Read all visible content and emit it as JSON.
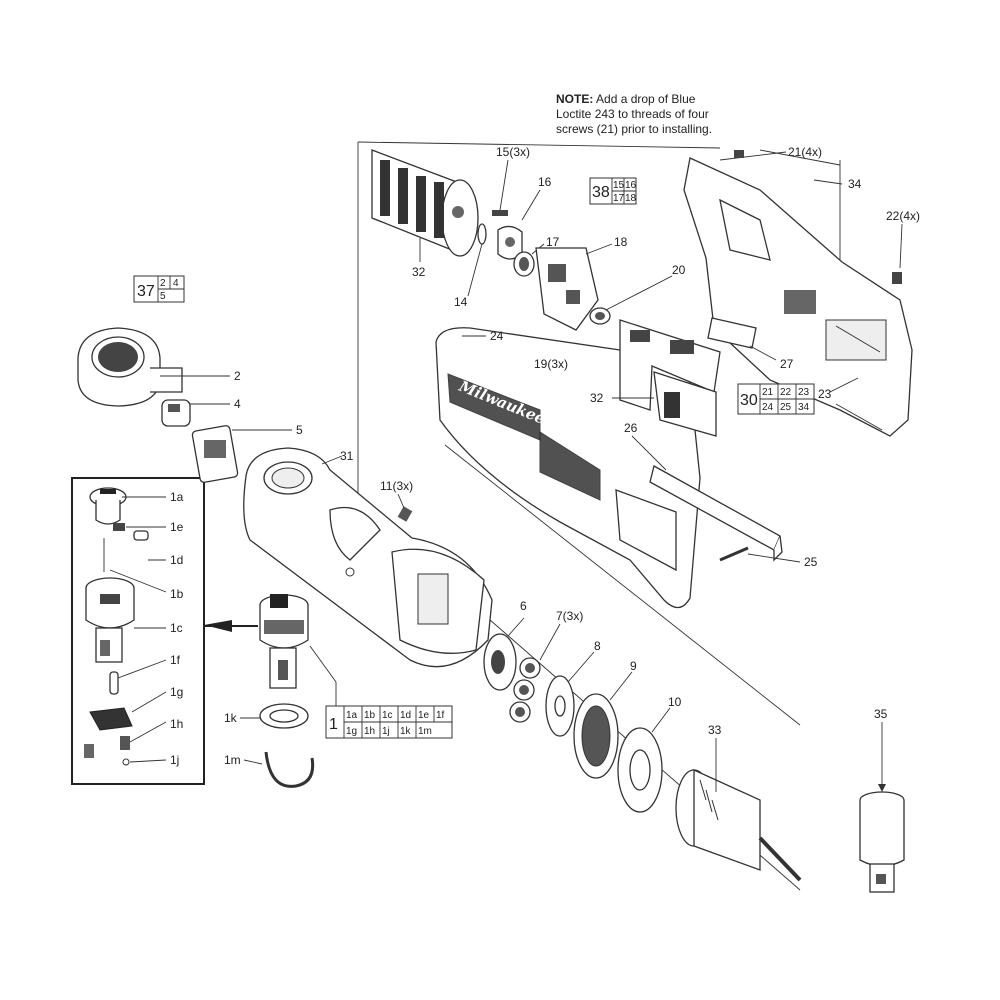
{
  "note": {
    "heading": "NOTE:",
    "body": "Add a drop of Blue Loctite 243 to threads of four screws (21) prior to installing."
  },
  "labels": {
    "p2": "2",
    "p4": "4",
    "p5": "5",
    "p31": "31",
    "p11": "11(3x)",
    "p1a": "1a",
    "p1e": "1e",
    "p1d": "1d",
    "p1b": "1b",
    "p1c": "1c",
    "p1f": "1f",
    "p1g": "1g",
    "p1h": "1h",
    "p1j": "1j",
    "p1k": "1k",
    "p1m": "1m",
    "p15": "15(3x)",
    "p16": "16",
    "p17": "17",
    "p18": "18",
    "p14": "14",
    "p32a": "32",
    "p32b": "32",
    "p20": "20",
    "p19": "19(3x)",
    "p24": "24",
    "p21": "21(4x)",
    "p34": "34",
    "p22": "22(4x)",
    "p27": "27",
    "p23": "23",
    "p26": "26",
    "p25": "25",
    "p6": "6",
    "p7": "7(3x)",
    "p8": "8",
    "p9": "9",
    "p10": "10",
    "p33": "33",
    "p35": "35"
  },
  "kits": {
    "k37": {
      "number": "37",
      "parts": [
        "2",
        "4",
        "5"
      ]
    },
    "k38": {
      "number": "38",
      "parts": [
        "15",
        "16",
        "17",
        "18"
      ]
    },
    "k30": {
      "number": "30",
      "parts": [
        "21",
        "22",
        "23",
        "24",
        "25",
        "34"
      ]
    },
    "k1": {
      "number": "1",
      "parts": [
        "1a",
        "1b",
        "1c",
        "1d",
        "1e",
        "1f",
        "1g",
        "1h",
        "1j",
        "1k",
        "1m"
      ]
    }
  },
  "brand": "Milwaukee"
}
